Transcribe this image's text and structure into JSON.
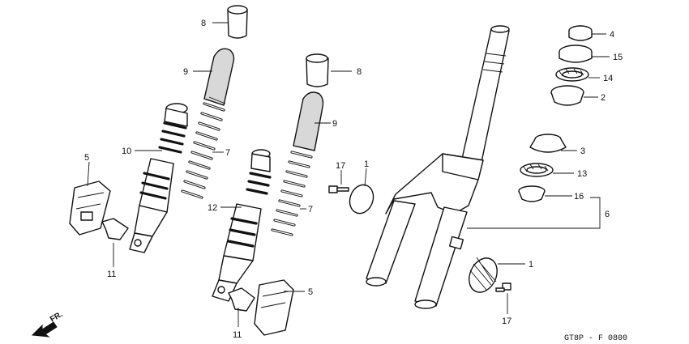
{
  "diagram": {
    "callouts": [
      {
        "id": "c8a",
        "label": "8"
      },
      {
        "id": "c9a",
        "label": "9"
      },
      {
        "id": "c10",
        "label": "10"
      },
      {
        "id": "c7a",
        "label": "7"
      },
      {
        "id": "c5a",
        "label": "5"
      },
      {
        "id": "c11a",
        "label": "11"
      },
      {
        "id": "c8b",
        "label": "8"
      },
      {
        "id": "c9b",
        "label": "9"
      },
      {
        "id": "c12",
        "label": "12"
      },
      {
        "id": "c7b",
        "label": "7"
      },
      {
        "id": "c5b",
        "label": "5"
      },
      {
        "id": "c11b",
        "label": "11"
      },
      {
        "id": "c17a",
        "label": "17"
      },
      {
        "id": "c1a",
        "label": "1"
      },
      {
        "id": "c4",
        "label": "4"
      },
      {
        "id": "c15",
        "label": "15"
      },
      {
        "id": "c14",
        "label": "14"
      },
      {
        "id": "c2",
        "label": "2"
      },
      {
        "id": "c3",
        "label": "3"
      },
      {
        "id": "c13",
        "label": "13"
      },
      {
        "id": "c16",
        "label": "16"
      },
      {
        "id": "c6",
        "label": "6"
      },
      {
        "id": "c1b",
        "label": "1"
      },
      {
        "id": "c17b",
        "label": "17"
      }
    ],
    "direction_label": "FR.",
    "figure_code": "GT8P - F 0800"
  }
}
